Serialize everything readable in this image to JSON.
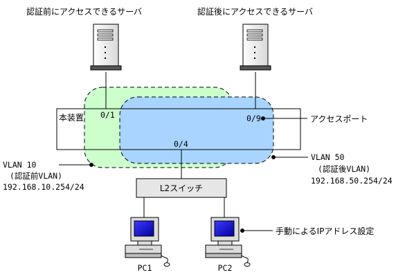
{
  "servers": {
    "pre_auth_label": "認証前にアクセスできるサーバ",
    "post_auth_label": "認証後にアクセスできるサーバ"
  },
  "device": {
    "label": "本装置",
    "ports": {
      "pre_auth": "0/1",
      "post_auth": "0/9",
      "uplink": "0/4"
    },
    "access_port_label": "アクセスポート"
  },
  "vlan10": {
    "name": "VLAN 10",
    "desc": "(認証前VLAN)",
    "ip": "192.168.10.254/24",
    "color": "#ccffcc"
  },
  "vlan50": {
    "name": "VLAN 50",
    "desc": "(認証後VLAN)",
    "ip": "192.168.50.254/24",
    "color": "#a8d4ff"
  },
  "switch": {
    "label": "L2スイッチ",
    "color": "#e6e6e6"
  },
  "pcs": {
    "pc1": "PC1",
    "pc2": "PC2",
    "manual_ip_label": "手動によるIPアドレス設定"
  }
}
